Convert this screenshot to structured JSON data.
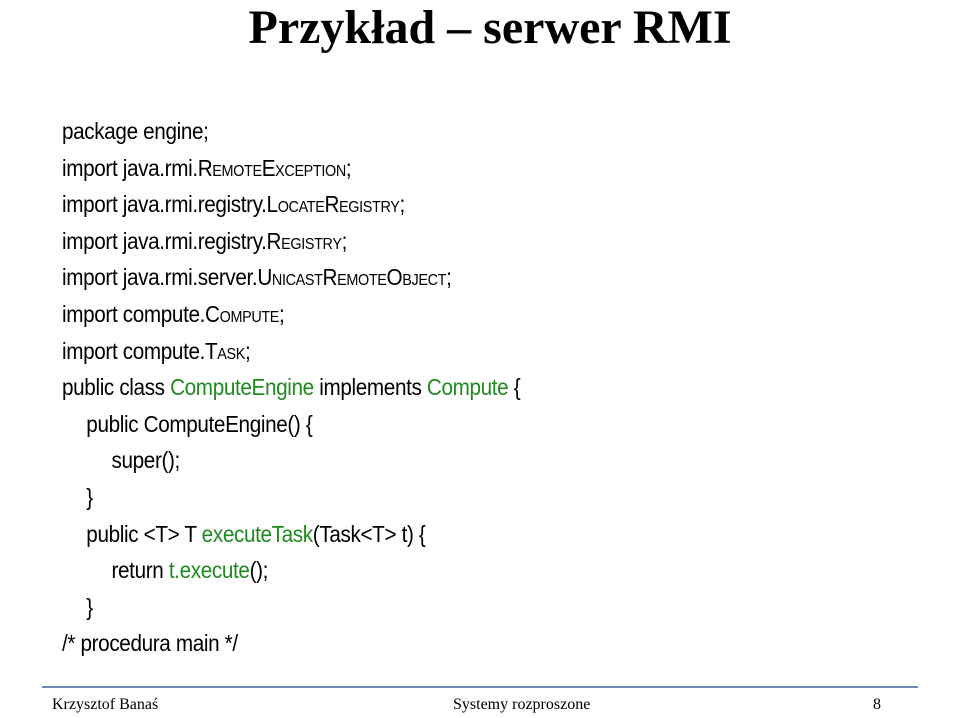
{
  "slide": {
    "title": "Przykład – serwer RMI"
  },
  "code": {
    "l1": "package engine;",
    "l2_a": "import java.rmi.",
    "l2_b": "RemoteException;",
    "l3_a": "import java.rmi.registry.",
    "l3_b": "LocateRegistry;",
    "l4_a": "import java.rmi.registry.",
    "l4_b": "Registry;",
    "l5_a": "import java.rmi.server.",
    "l5_b": "UnicastRemoteObject;",
    "l6_a": "import compute.",
    "l6_b": "Compute;",
    "l7_a": "import compute.",
    "l7_b": "Task;",
    "l8_a": "public class ",
    "l8_b": "ComputeEngine",
    "l8_c": " implements ",
    "l8_d": "Compute",
    "l8_e": " {",
    "l9": "public ComputeEngine() {",
    "l10": "super();",
    "l11": "}",
    "l12_a": "public <T> T ",
    "l12_b": "executeTask",
    "l12_c": "(Task<T> t) {",
    "l13_a": "return ",
    "l13_b": "t.execute",
    "l13_c": "();",
    "l14": "}",
    "l15": "/* procedura main */"
  },
  "footer": {
    "author": "Krzysztof Banaś",
    "course": "Systemy rozproszone",
    "page": "8"
  },
  "colors": {
    "highlight": "#1f8a1f",
    "rule": "#6b8bb4"
  }
}
